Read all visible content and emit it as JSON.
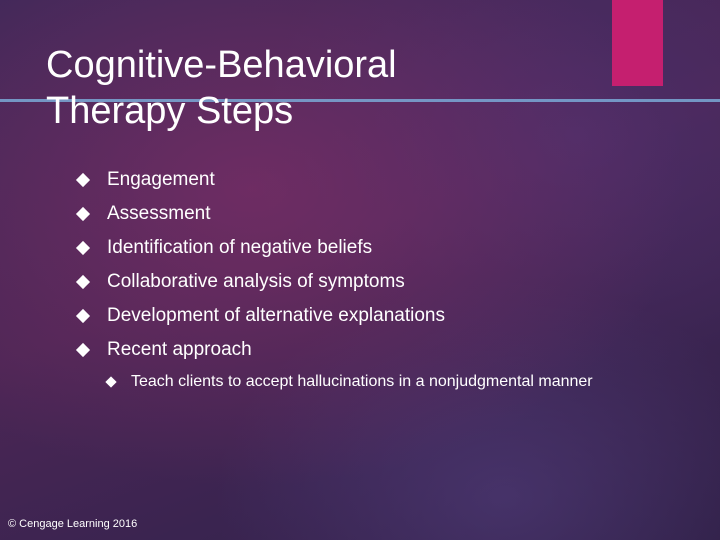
{
  "slide": {
    "title_line1": "Cognitive-Behavioral",
    "title_line2": "Therapy Steps",
    "bullets": [
      "Engagement",
      "Assessment",
      "Identification of negative beliefs",
      "Collaborative analysis of symptoms",
      "Development of alternative explanations",
      "Recent approach"
    ],
    "sub_bullet": "Teach clients to accept hallucinations in a nonjudgmental manner",
    "footer": "© Cengage Learning 2016"
  },
  "colors": {
    "accent": "#c51f6f",
    "rule": "#7aa9d6",
    "text": "#ffffff"
  },
  "icons": {
    "bullet": "diamond-bullet-icon"
  }
}
